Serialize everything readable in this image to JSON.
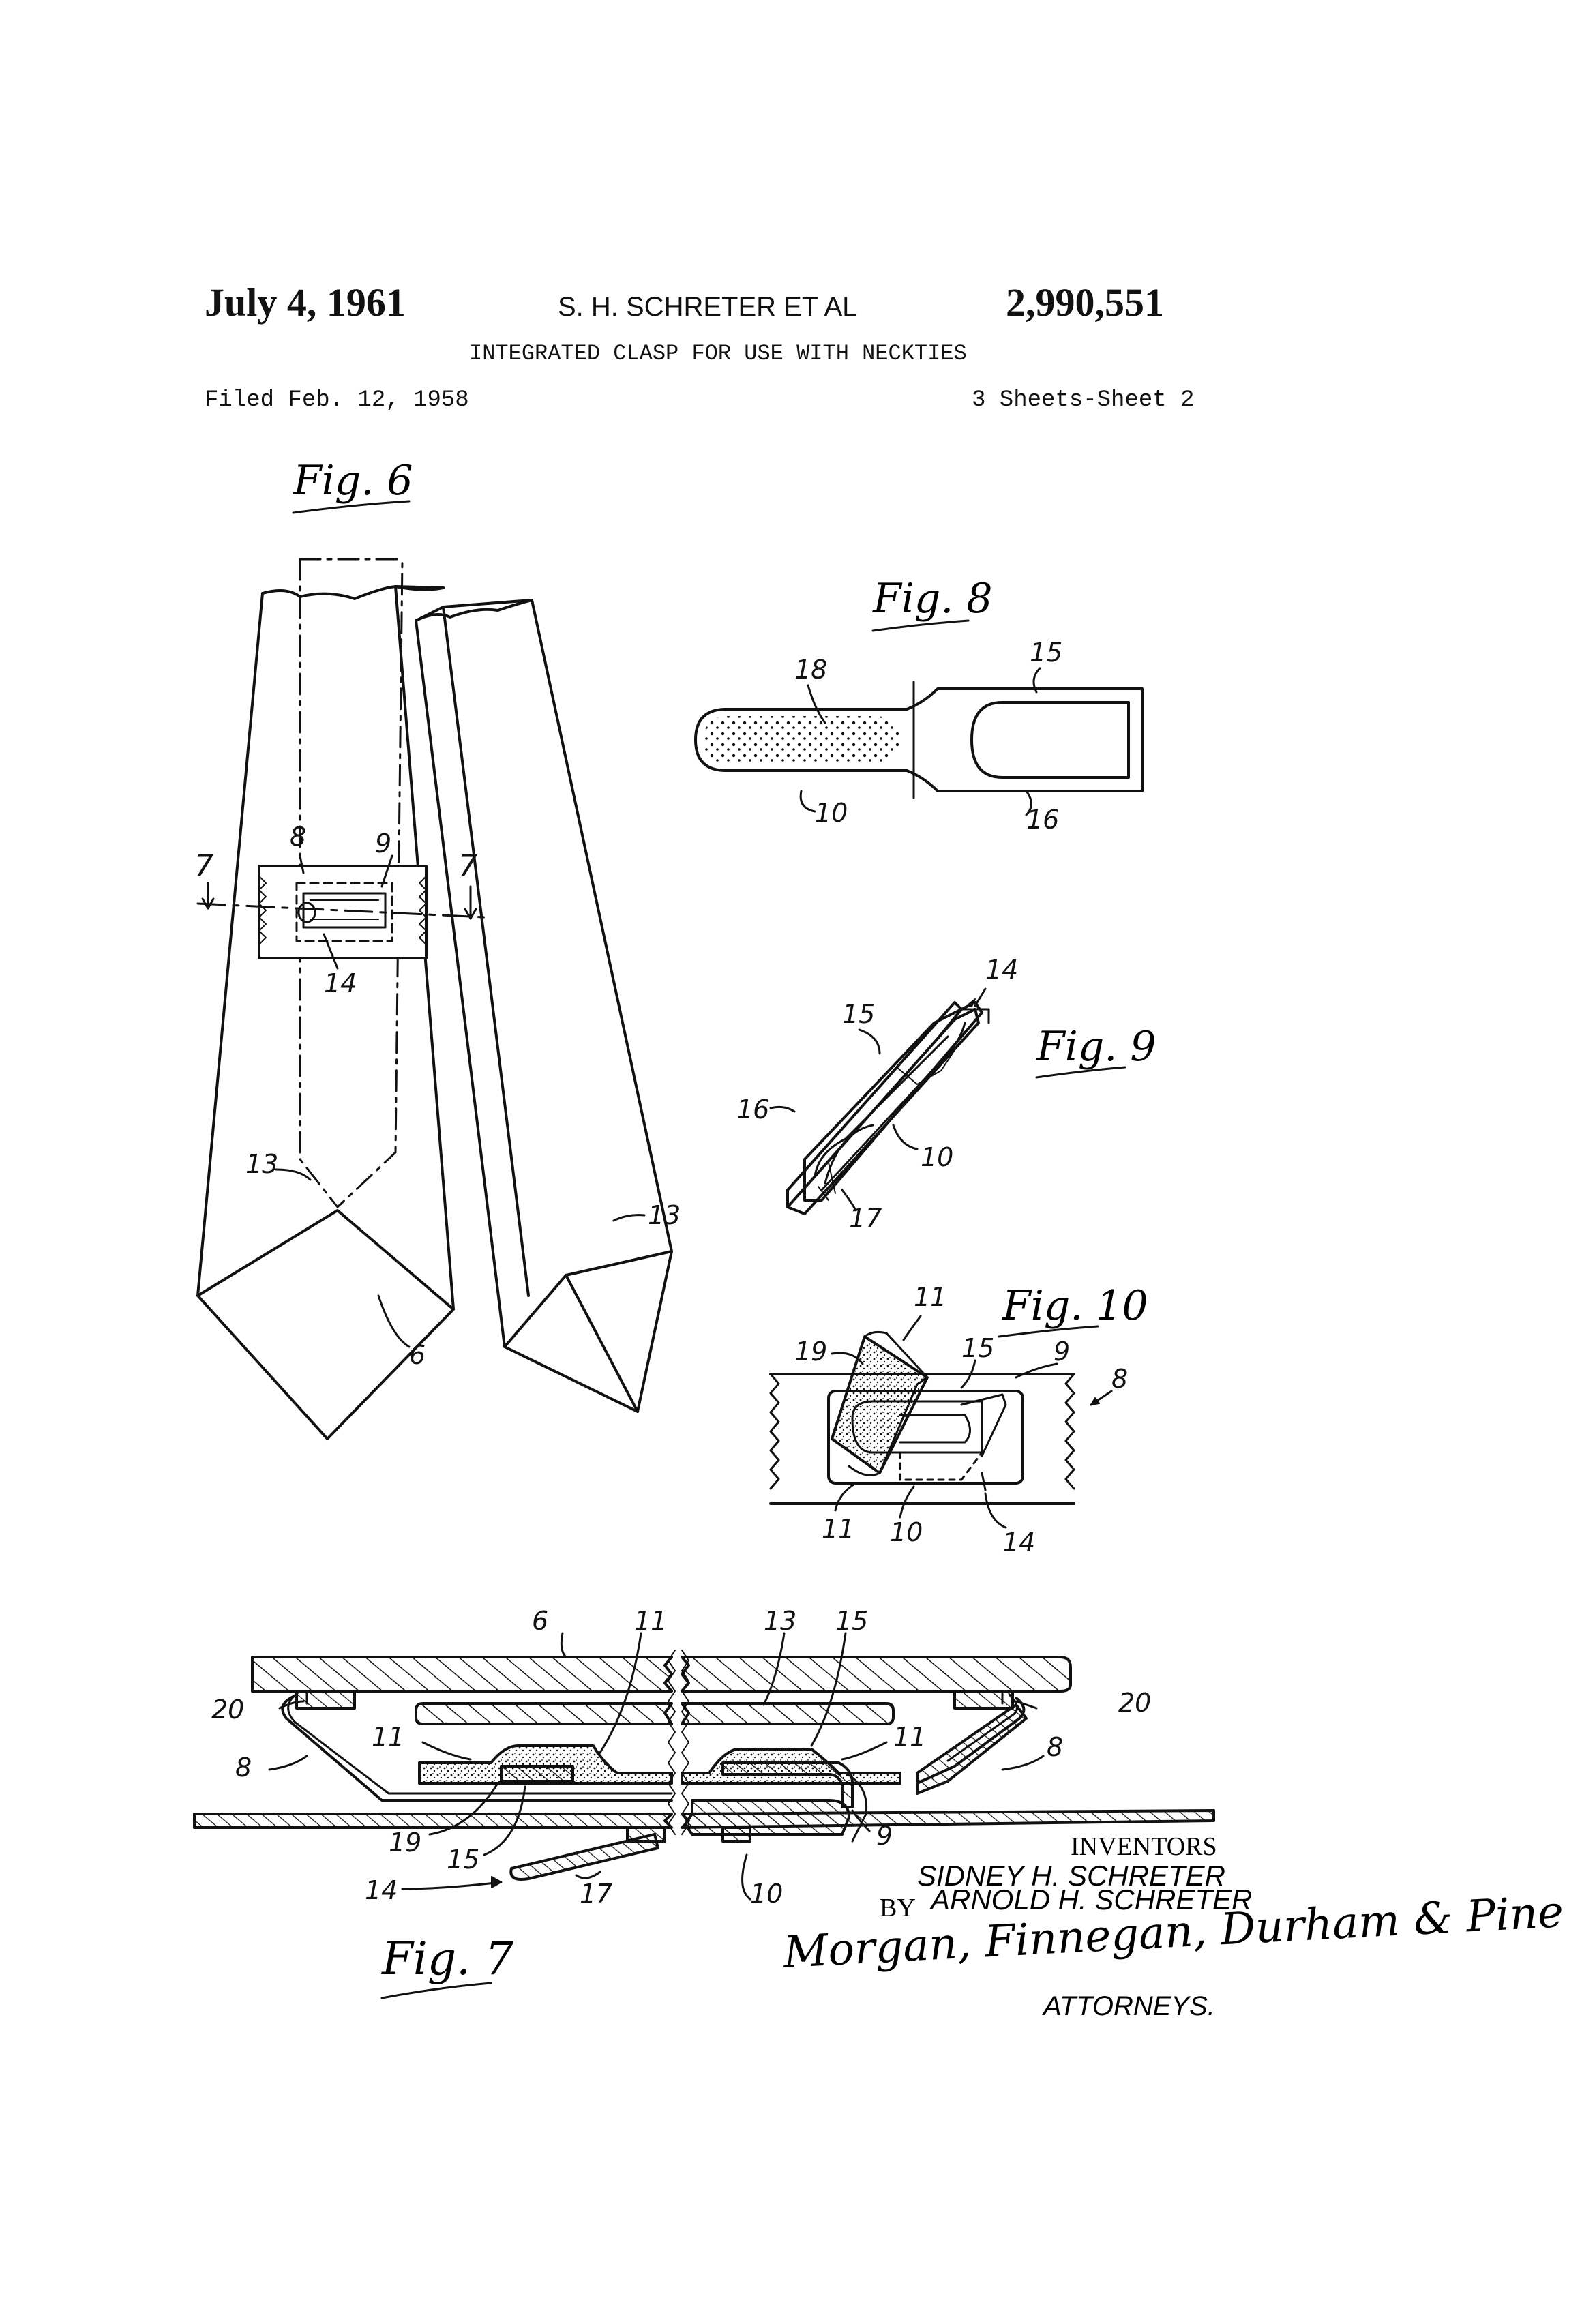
{
  "header": {
    "date": "July 4, 1961",
    "inventor": "S. H. SCHRETER ET AL",
    "patent_number": "2,990,551",
    "title": "INTEGRATED CLASP FOR USE WITH NECKTIES",
    "filed": "Filed Feb. 12, 1958",
    "sheets": "3 Sheets-Sheet 2"
  },
  "figures": {
    "fig6": "Fig. 6",
    "fig7": "Fig. 7",
    "fig8": "Fig. 8",
    "fig9": "Fig. 9",
    "fig10": "Fig. 10"
  },
  "refs": {
    "r6": "6",
    "r7": "7",
    "r8": "8",
    "r9": "9",
    "r10": "10",
    "r11": "11",
    "r13": "13",
    "r14": "14",
    "r15": "15",
    "r16": "16",
    "r17": "17",
    "r18": "18",
    "r19": "19",
    "r20": "20"
  },
  "signature": {
    "inventors_label": "INVENTORS",
    "inventor1": "SIDNEY H. SCHRETER",
    "by": "BY",
    "inventor2": "ARNOLD H. SCHRETER",
    "attorney_firm": "Morgan, Finnegan, Durham & Pine",
    "attorneys_label": "ATTORNEYS."
  }
}
